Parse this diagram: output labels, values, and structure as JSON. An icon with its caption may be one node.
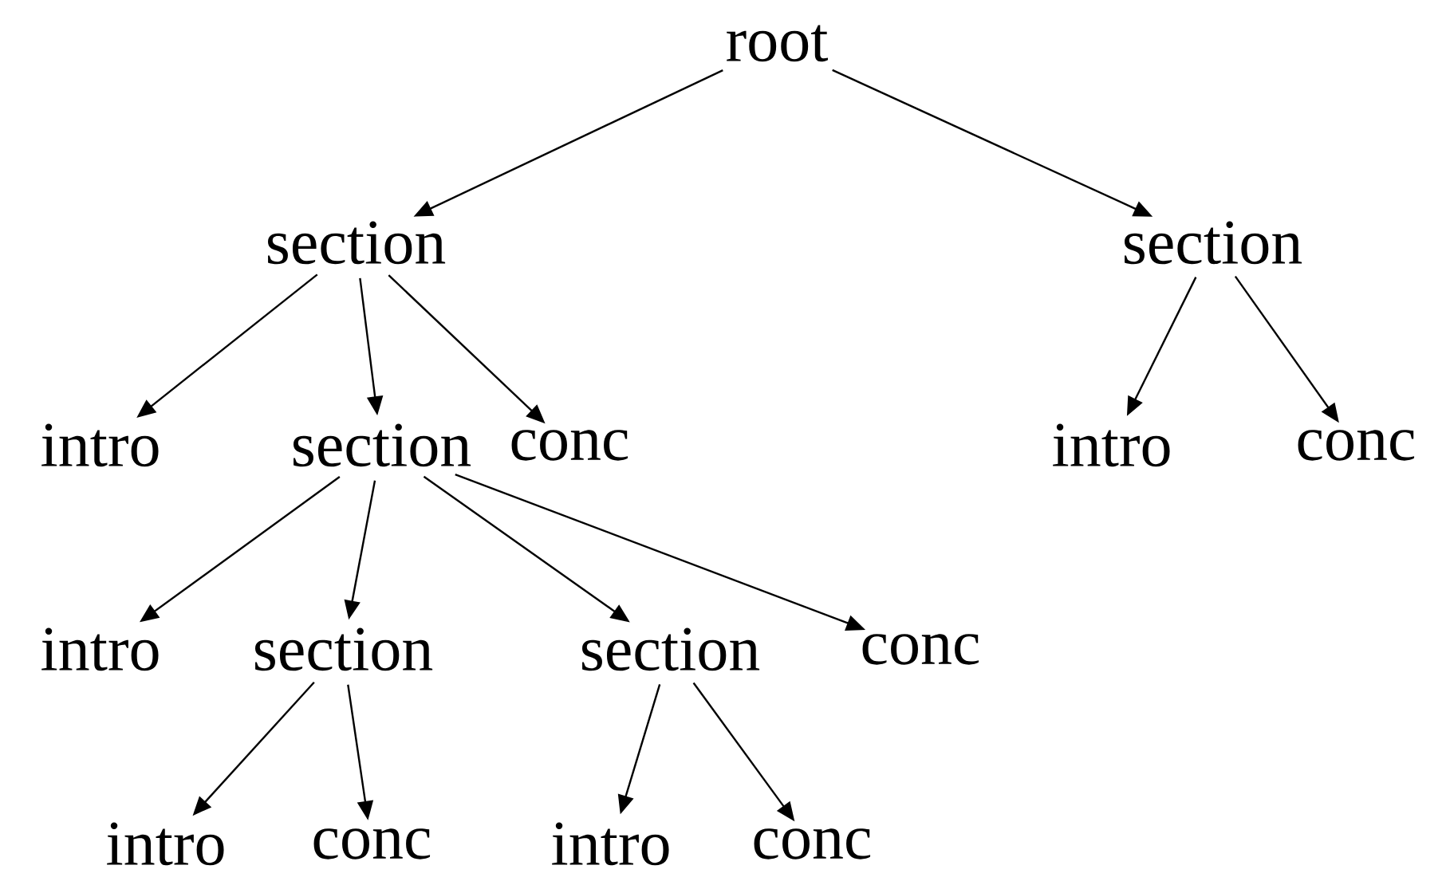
{
  "diagram": {
    "nodes": [
      {
        "text": [
          "root"
        ]
      },
      {
        "text": [
          "section"
        ]
      },
      {
        "text": [
          "section"
        ]
      },
      {
        "text": [
          "intro"
        ]
      },
      {
        "text": [
          "section"
        ]
      },
      {
        "text": [
          "conc"
        ]
      },
      {
        "text": [
          "intro"
        ]
      },
      {
        "text": [
          "conc"
        ]
      },
      {
        "text": [
          "intro"
        ]
      },
      {
        "text": [
          "section"
        ]
      },
      {
        "text": [
          "section"
        ]
      },
      {
        "text": [
          "conc"
        ]
      },
      {
        "text": [
          "intro"
        ]
      },
      {
        "text": [
          "conc"
        ]
      },
      {
        "text": [
          "intro"
        ]
      },
      {
        "text": [
          "conc"
        ]
      }
    ],
    "edges": [
      {
        "from": 0,
        "to": 1,
        "arrow": "to"
      },
      {
        "from": 0,
        "to": 2,
        "arrow": "to"
      },
      {
        "from": 1,
        "to": 3,
        "arrow": "to"
      },
      {
        "from": 1,
        "to": 4,
        "arrow": "to"
      },
      {
        "from": 1,
        "to": 5,
        "arrow": "to"
      },
      {
        "from": 2,
        "to": 6,
        "arrow": "to"
      },
      {
        "from": 2,
        "to": 7,
        "arrow": "to"
      },
      {
        "from": 4,
        "to": 8,
        "arrow": "to"
      },
      {
        "from": 4,
        "to": 9,
        "arrow": "to"
      },
      {
        "from": 4,
        "to": 10,
        "arrow": "to"
      },
      {
        "from": 4,
        "to": 11,
        "arrow": "to"
      },
      {
        "from": 9,
        "to": 12,
        "arrow": "to"
      },
      {
        "from": 9,
        "to": 13,
        "arrow": "to"
      },
      {
        "from": 10,
        "to": 14,
        "arrow": "to"
      },
      {
        "from": 10,
        "to": 15,
        "arrow": "to"
      }
    ]
  }
}
